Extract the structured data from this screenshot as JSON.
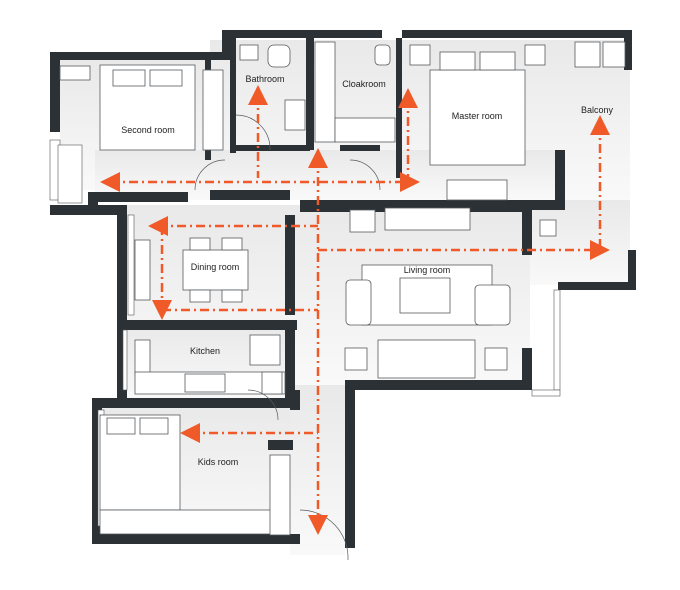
{
  "colors": {
    "wall": "#2c3136",
    "floor": "#f4f4f4",
    "furniture": "#ffffff",
    "furniture_stroke": "#555a5e",
    "path": "#f05a28"
  },
  "rooms": {
    "second_room": "Second room",
    "bathroom": "Bathroom",
    "cloakroom": "Cloakroom",
    "master_room": "Master room",
    "balcony": "Balcony",
    "dining_room": "Dining room",
    "living_room": "Living room",
    "kitchen": "Kitchen",
    "kids_room": "Kids room"
  },
  "icons": [
    "door-swing-icon",
    "bed-icon",
    "sofa-icon",
    "armchair-icon",
    "dining-table-icon",
    "toilet-icon",
    "sink-icon",
    "stove-icon",
    "washing-machine-icon",
    "wardrobe-icon",
    "circulation-path-arrow-icon"
  ]
}
